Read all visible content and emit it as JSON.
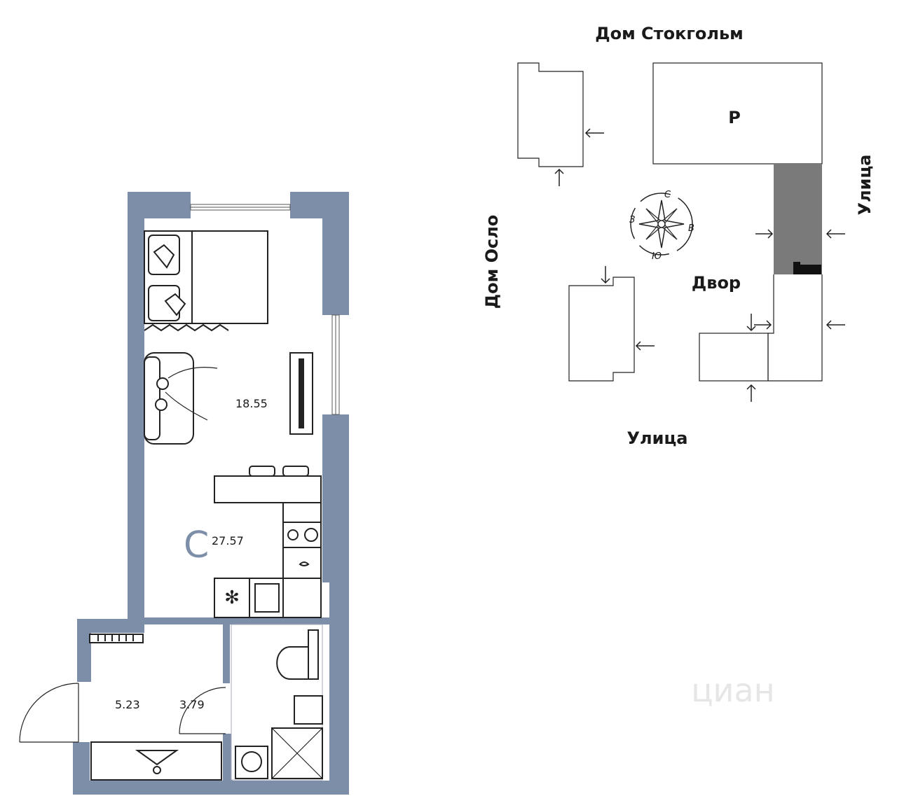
{
  "floor_plan": {
    "room_areas": {
      "living": "18.55",
      "total": "27.57",
      "hall": "5.23",
      "bath": "3.79"
    },
    "type_letter": "С"
  },
  "site_plan": {
    "house_top": "Дом Стокгольм",
    "house_left": "Дом Осло",
    "street_right": "Улица",
    "street_bottom": "Улица",
    "yard": "Двор",
    "parking": "Р",
    "compass": {
      "north": "С",
      "east": "В",
      "south": "Ю",
      "west": "З"
    }
  },
  "watermark": "циан",
  "colors": {
    "wall": "#7d8ea8",
    "building_dark": "#7a7a7a",
    "black": "#111111"
  }
}
